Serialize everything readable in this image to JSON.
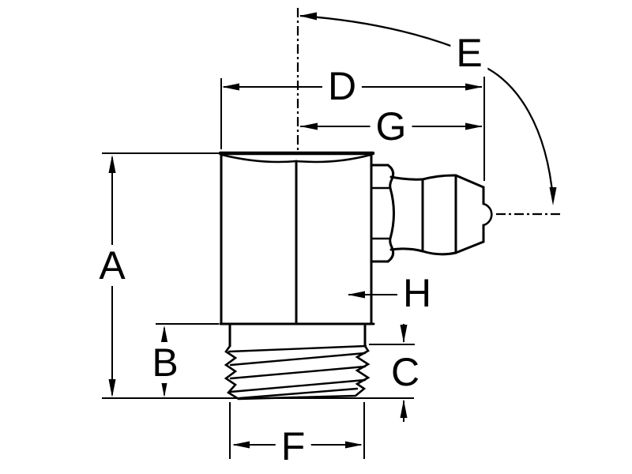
{
  "diagram": {
    "labels": {
      "a": "A",
      "b": "B",
      "c": "C",
      "d": "D",
      "e": "E",
      "f": "F",
      "g": "G",
      "h": "H"
    },
    "colors": {
      "line": "#000000",
      "background": "#ffffff"
    }
  }
}
